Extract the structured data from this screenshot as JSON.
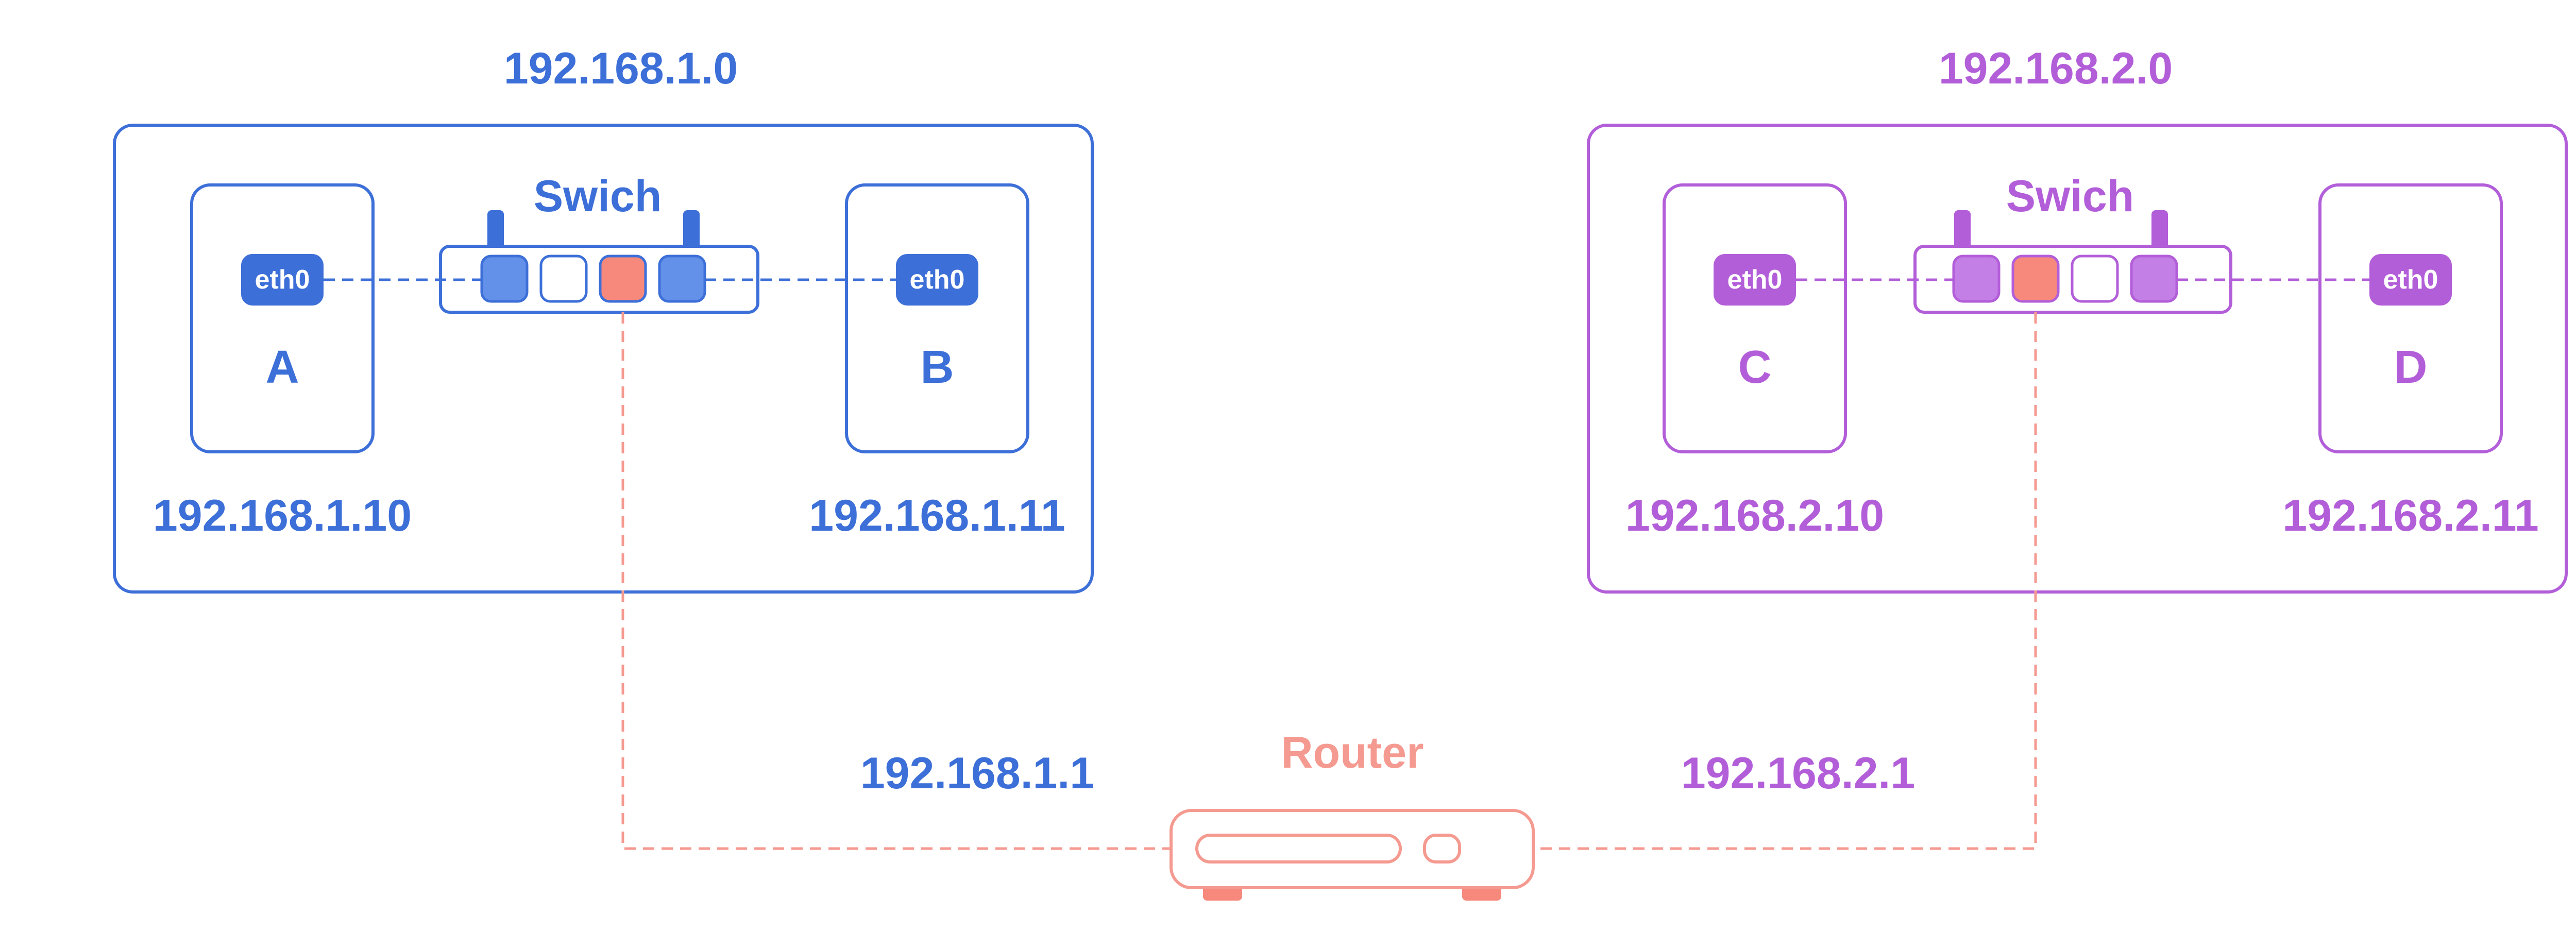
{
  "colors": {
    "net1": "#3d6fd8",
    "net1_fill": "#6390e8",
    "net2": "#b35ed9",
    "net2_fill": "#c47fe6",
    "router": "#f59a90",
    "router_fill": "#f7897c",
    "background": "#ffffff"
  },
  "networks": [
    {
      "id": "net1",
      "address": "192.168.1.0",
      "switch_label": "Swich",
      "hosts": [
        {
          "name": "A",
          "iface": "eth0",
          "ip": "192.168.1.10"
        },
        {
          "name": "B",
          "iface": "eth0",
          "ip": "192.168.1.11"
        }
      ],
      "router_ip": "192.168.1.1"
    },
    {
      "id": "net2",
      "address": "192.168.2.0",
      "switch_label": "Swich",
      "hosts": [
        {
          "name": "C",
          "iface": "eth0",
          "ip": "192.168.2.10"
        },
        {
          "name": "D",
          "iface": "eth0",
          "ip": "192.168.2.11"
        }
      ],
      "router_ip": "192.168.2.1"
    }
  ],
  "router": {
    "label": "Router"
  }
}
